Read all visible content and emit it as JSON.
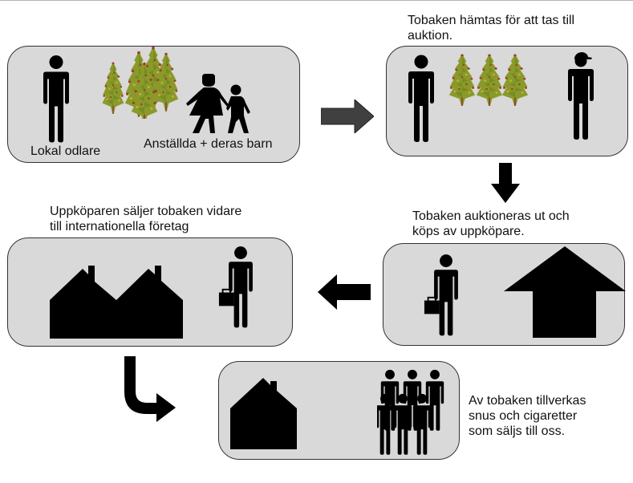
{
  "steps": [
    {
      "id": "step1",
      "labels": {
        "grower": "Lokal odlare",
        "workers": "Anställda + deras barn"
      },
      "icons": [
        "person-icon",
        "tobacco-plants-icon",
        "adult-child-walking-icon"
      ]
    },
    {
      "id": "step2",
      "caption": [
        "Tobaken hämtas för att tas till",
        "auktion."
      ],
      "icons": [
        "person-icon",
        "tobacco-plants-icon",
        "person-with-cap-icon"
      ]
    },
    {
      "id": "step3",
      "caption": [
        "Tobaken auktioneras ut och",
        "köps av uppköpare."
      ],
      "icons": [
        "businessman-icon",
        "auction-house-icon"
      ]
    },
    {
      "id": "step4",
      "caption": [
        "Uppköparen säljer tobaken vidare",
        "till internationella företag"
      ],
      "icons": [
        "factory-icon",
        "businessman-icon"
      ]
    },
    {
      "id": "step5",
      "caption": [
        "Av tobaken tillverkas",
        "snus och cigaretter",
        "som säljs till oss."
      ],
      "icons": [
        "house-icon",
        "group-of-people-icon"
      ]
    }
  ],
  "arrows": [
    "arrow-right-icon",
    "arrow-down-icon",
    "arrow-left-icon",
    "arrow-down-right-curved-icon"
  ],
  "colors": {
    "panel": "#d9d9d9",
    "border": "#333333",
    "icon": "#000000",
    "arrow_gray": "#404040",
    "leaf": "#8a9a2a",
    "leaf_red": "#a0412a"
  }
}
